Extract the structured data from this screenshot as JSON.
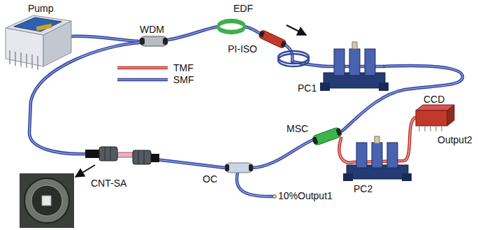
{
  "diagram": {
    "labels": [
      "Pump",
      "WDM",
      "EDF",
      "PI-ISO",
      "PC1",
      "CCD",
      "Output2",
      "MSC",
      "PC2",
      "CNT-SA",
      "OC",
      "10%Output1"
    ],
    "legend": [
      {
        "text": "TMF"
      },
      {
        "text": "SMF"
      }
    ]
  }
}
